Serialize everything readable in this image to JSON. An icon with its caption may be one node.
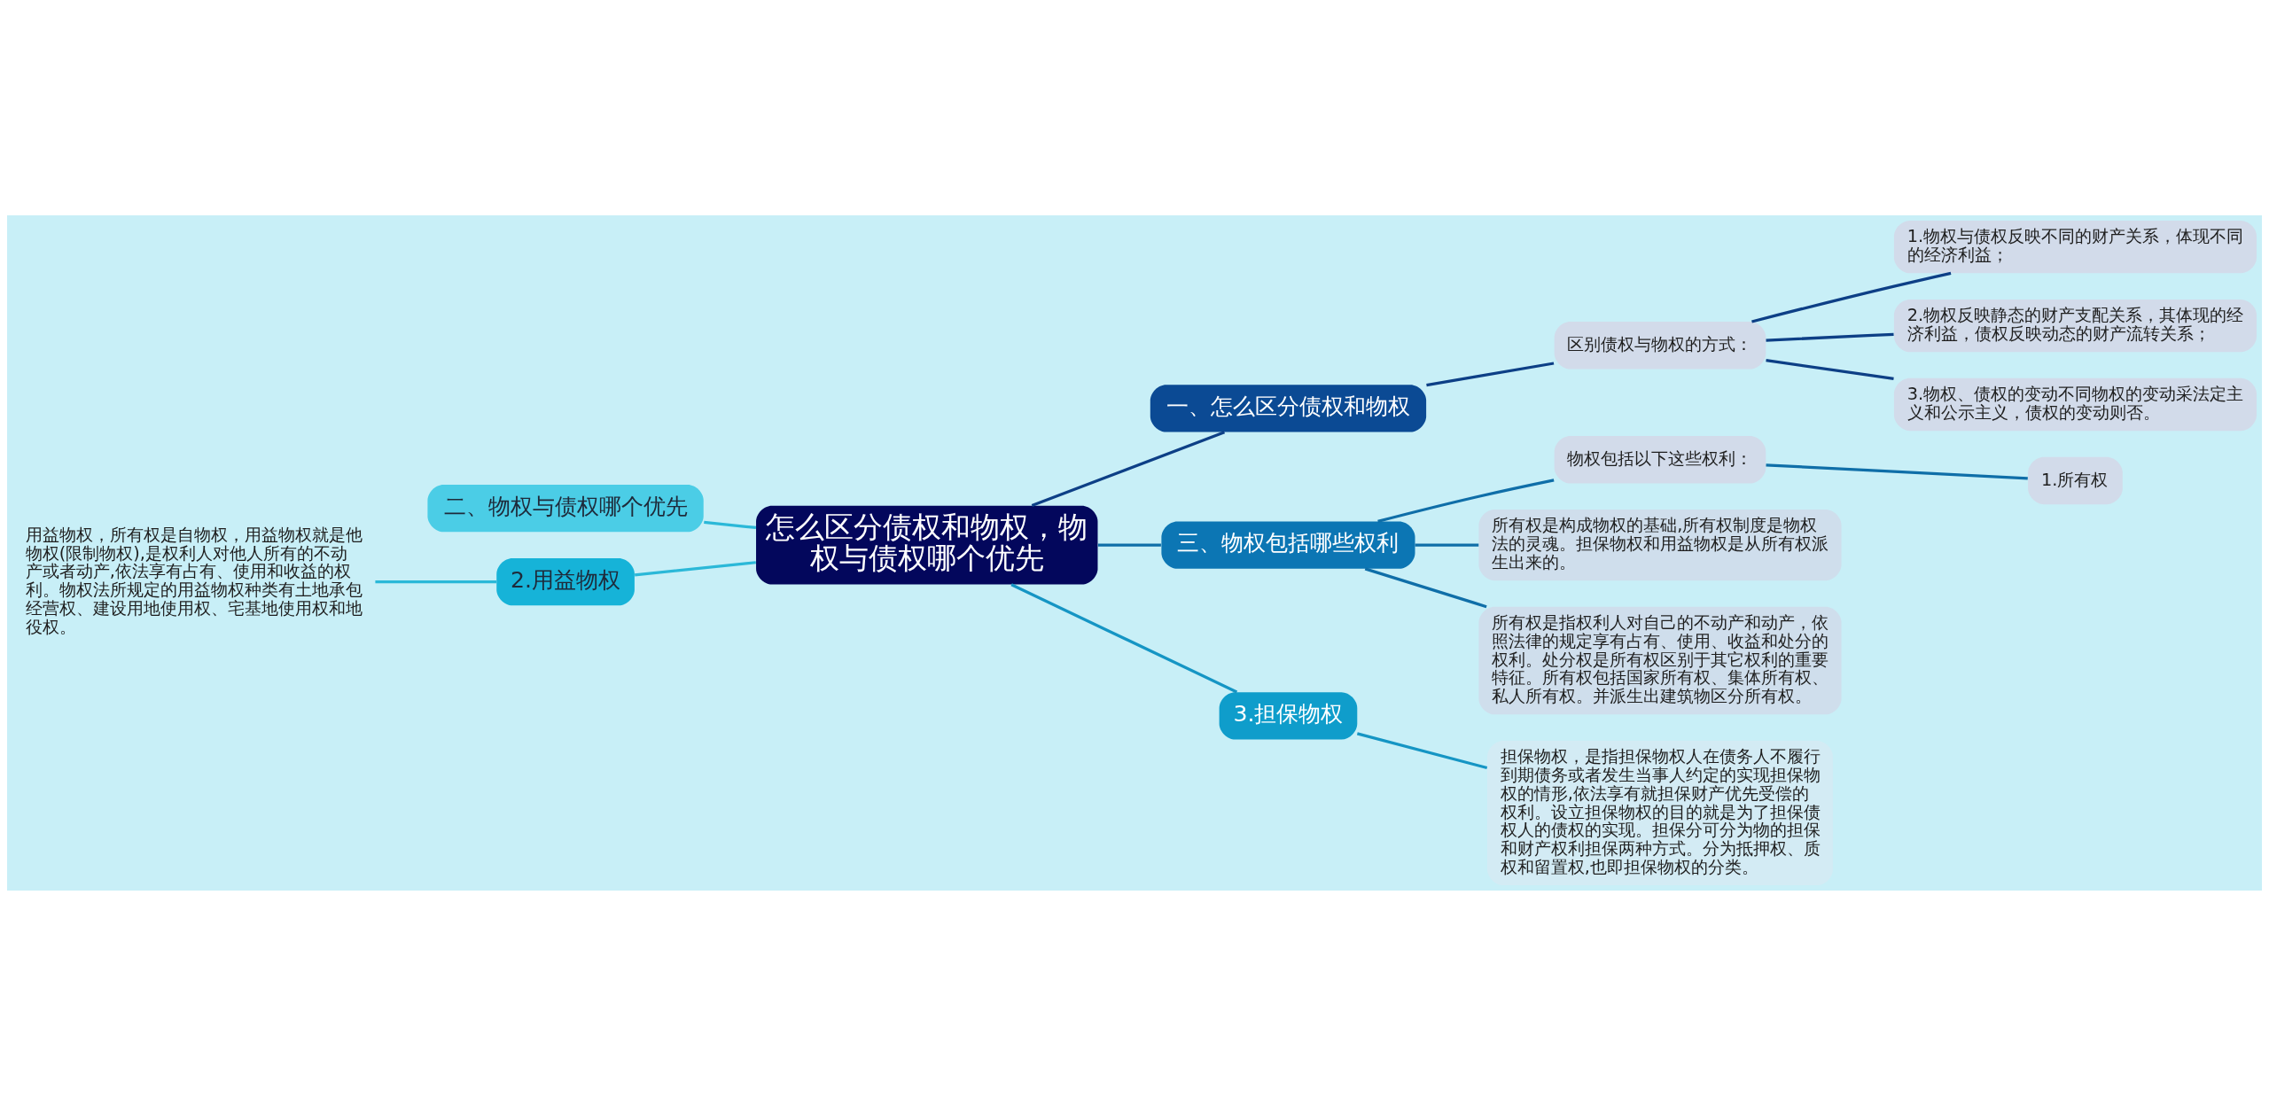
{
  "diagram": {
    "nodes": [
      {
        "text": [
          "怎么区分债权和物权，物权与债权哪个优先"
        ]
      },
      {
        "text": [
          "一、怎么区分债权和物权"
        ]
      },
      {
        "text": [
          "区别债权与物权的方式："
        ]
      },
      {
        "text": [
          "1.物权与债权反映不同的财产关系，体现不同的经济利益；"
        ]
      },
      {
        "text": [
          "2.物权反映静态的财产支配关系，其体现的经济利益，债权反映动态的财产流转关系；"
        ]
      },
      {
        "text": [
          "3.物权、债权的变动不同物权的变动采法定主义和公示主义，债权的变动则否。"
        ]
      },
      {
        "text": [
          "三、物权包括哪些权利"
        ]
      },
      {
        "text": [
          "物权包括以下这些权利："
        ]
      },
      {
        "text": [
          "1.所有权"
        ]
      },
      {
        "text": [
          "所有权是构成物权的基础,所有权制度是物权法的灵魂。担保物权和用益物权是从所有权派生出来的。"
        ]
      },
      {
        "text": [
          "所有权是指权利人对自己的不动产和动产，依照法律的规定享有占有、使用、收益和处分的权利。处分权是所有权区别于其它权利的重要特征。所有权包括国家所有权、集体所有权、私人所有权。并派生出建筑物区分所有权。"
        ]
      },
      {
        "text": [
          "3.担保物权"
        ]
      },
      {
        "text": [
          "担保物权，是指担保物权人在债务人不履行到期债务或者发生当事人约定的实现担保物权的情形,依法享有就担保财产优先受偿的权利。设立担保物权的目的就是为了担保债权人的债权的实现。担保分可分为物的担保和财产权利担保两种方式。分为抵押权、质权和留置权,也即担保物权的分类。"
        ]
      },
      {
        "text": [
          "二、物权与债权哪个优先"
        ]
      },
      {
        "text": [
          "2.用益物权"
        ]
      },
      {
        "text": [
          "用益物权，所有权是自物权，用益物权就是他物权(限制物权),是权利人对他人所有的不动产或者动产,依法享有占有、使用和收益的权利。物权法所规定的用益物权种类有土地承包经营权、建设用地使用权、宅基地使用权和地役权。"
        ]
      }
    ],
    "edges": [
      {
        "from": 0,
        "to": 1,
        "arrow": "none",
        "color": "#0d3f86"
      },
      {
        "from": 1,
        "to": 2,
        "arrow": "none",
        "color": "#0d3f86"
      },
      {
        "from": 2,
        "to": 3,
        "arrow": "none",
        "color": "#0d3f86"
      },
      {
        "from": 2,
        "to": 4,
        "arrow": "none",
        "color": "#0d3f86"
      },
      {
        "from": 2,
        "to": 5,
        "arrow": "none",
        "color": "#0d3f86"
      },
      {
        "from": 0,
        "to": 6,
        "arrow": "none",
        "color": "#0f6ea8"
      },
      {
        "from": 6,
        "to": 7,
        "arrow": "none",
        "color": "#0f6ea8"
      },
      {
        "from": 7,
        "to": 8,
        "arrow": "none",
        "color": "#0f6ea8"
      },
      {
        "from": 6,
        "to": 9,
        "arrow": "none",
        "color": "#0f6ea8"
      },
      {
        "from": 6,
        "to": 10,
        "arrow": "none",
        "color": "#0f6ea8"
      },
      {
        "from": 0,
        "to": 11,
        "arrow": "none",
        "color": "#1595c4"
      },
      {
        "from": 11,
        "to": 12,
        "arrow": "none",
        "color": "#1595c4"
      },
      {
        "from": 0,
        "to": 13,
        "arrow": "none",
        "color": "#2bb8d8"
      },
      {
        "from": 0,
        "to": 14,
        "arrow": "none",
        "color": "#2bb8d8"
      },
      {
        "from": 14,
        "to": 15,
        "arrow": "none",
        "color": "#2bb8d8"
      }
    ]
  }
}
